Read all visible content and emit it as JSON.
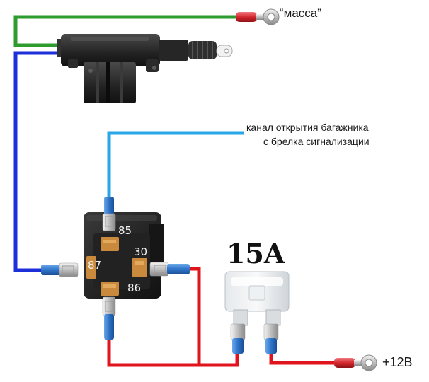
{
  "labels": {
    "ground": "“масса”",
    "trunk_line1": "канал открытия багажника",
    "trunk_line2": "с брелка сигнализации",
    "power": "+12В",
    "fuse_rating": "15A"
  },
  "relay_pins": {
    "p85": "85",
    "p30": "30",
    "p87": "87",
    "p86": "86"
  },
  "colors": {
    "wire_ground": "#2e9b2e",
    "wire_blue": "#1c2fd8",
    "wire_light_blue": "#29a6e6",
    "wire_red": "#e0141c",
    "terminal_blue": "#2f74c8",
    "terminal_red": "#d4262e",
    "relay_body": "#1d1d1d",
    "actuator_body": "#2a2a2a"
  },
  "icons": [
    "ring-terminal-icon",
    "spade-terminal-icon",
    "fuse-icon",
    "relay-icon",
    "actuator-icon"
  ]
}
